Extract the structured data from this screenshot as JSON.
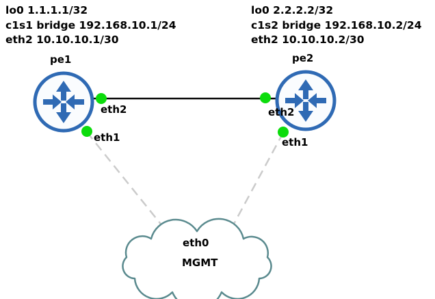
{
  "nodes": {
    "pe1": {
      "label": "pe1",
      "config": [
        "lo0 1.1.1.1/32",
        "c1s1 bridge 192.168.10.1/24",
        "eth2 10.10.10.1/30"
      ],
      "ports": {
        "eth2": "eth2",
        "eth1": "eth1"
      }
    },
    "pe2": {
      "label": "pe2",
      "config": [
        "lo0 2.2.2.2/32",
        "c1s2 bridge 192.168.10.2/24",
        "eth2 10.10.10.2/30"
      ],
      "ports": {
        "eth2": "eth2",
        "eth1": "eth1"
      }
    },
    "mgmt_cloud": {
      "port": "eth0",
      "label": "MGMT"
    }
  },
  "links": [
    {
      "from": "pe1.eth2",
      "to": "pe2.eth2",
      "style": "solid"
    },
    {
      "from": "pe1.eth1",
      "to": "mgmt_cloud",
      "style": "dashed"
    },
    {
      "from": "pe2.eth1",
      "to": "mgmt_cloud",
      "style": "dashed"
    }
  ],
  "colors": {
    "router_blue": "#2f6ab4",
    "router_fill": "#fafcfe",
    "port_green": "#0cdc0c",
    "solid_link": "#0c0c0c",
    "dashed_link": "#cbcbcb",
    "cloud_stroke": "#5a8a8e",
    "text": "#000000"
  }
}
